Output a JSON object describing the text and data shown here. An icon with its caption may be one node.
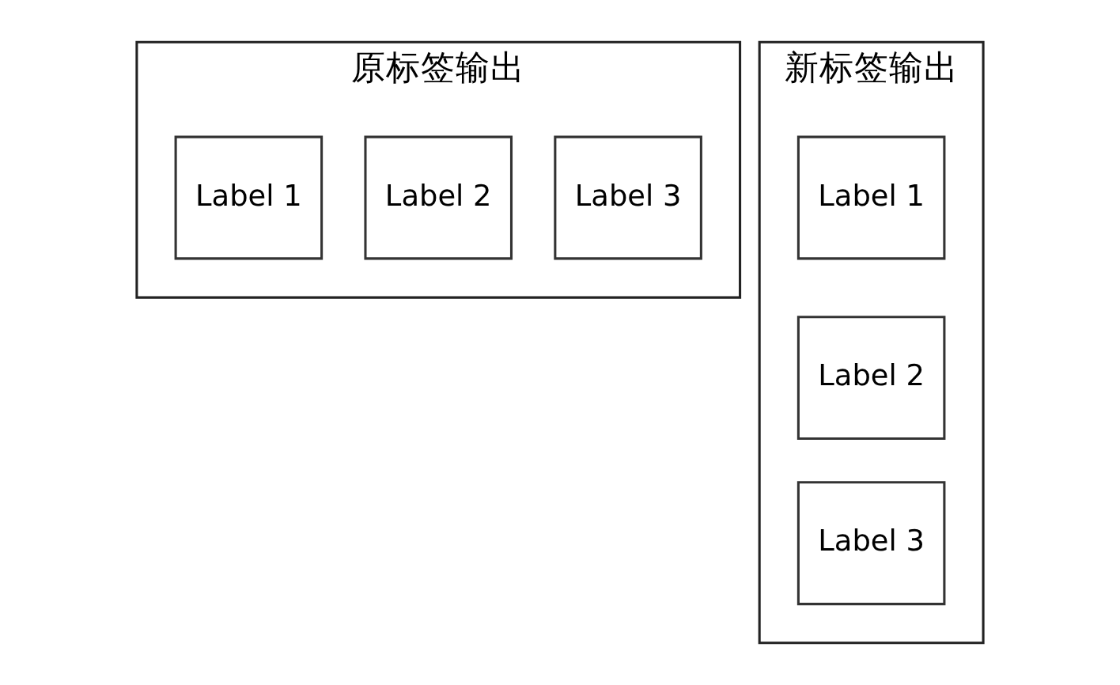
{
  "diagram": {
    "nodes": [
      {
        "text": [
          "原标签输出"
        ]
      },
      {
        "text": [
          "Label 1"
        ],
        "in": 0
      },
      {
        "text": [
          "Label 2"
        ],
        "in": 0
      },
      {
        "text": [
          "Label 3"
        ],
        "in": 0
      },
      {
        "text": [
          "新标签输出"
        ]
      },
      {
        "text": [
          "Label 1"
        ],
        "in": 4
      },
      {
        "text": [
          "Label 2"
        ],
        "in": 4
      },
      {
        "text": [
          "Label 3"
        ],
        "in": 4
      }
    ]
  }
}
